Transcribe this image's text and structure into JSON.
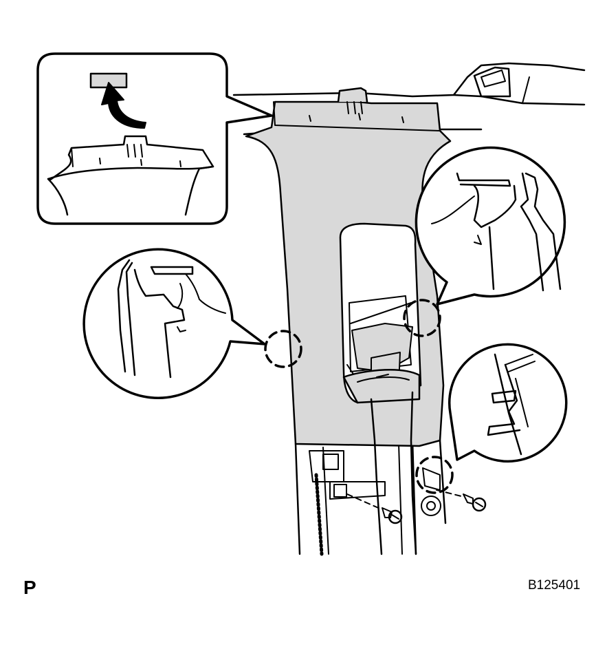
{
  "labels": {
    "view_letter": "P",
    "figure_code": "B125401"
  },
  "colors": {
    "trim_fill": "#d9d9d9",
    "line": "#000000",
    "background": "#ffffff"
  },
  "callouts": [
    "top-clip-detail",
    "right-clip-detail",
    "left-clip-detail",
    "lower-clip-detail"
  ]
}
